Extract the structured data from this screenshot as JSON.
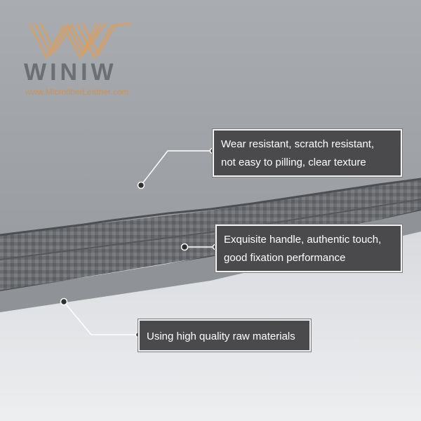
{
  "brand": {
    "name": "WINIW",
    "website": "www.MicrofiberLeather.com",
    "logo_color": "#d4a06a",
    "text_color": "#6d6f72"
  },
  "product_image": {
    "subject": "microfiber-leather-layers"
  },
  "callouts": [
    {
      "lines": [
        "Wear resistant, scratch resistant,",
        "not easy to pilling, clear texture"
      ]
    },
    {
      "lines": [
        "Exquisite handle, authentic touch,",
        "good fixation performance"
      ]
    },
    {
      "lines": [
        "Using high quality raw materials"
      ]
    }
  ],
  "colors": {
    "callout_background": "#4a4a4c",
    "callout_text": "#ffffff",
    "leader_line": "#ffffff",
    "marker_dot": "#2f2f30"
  }
}
